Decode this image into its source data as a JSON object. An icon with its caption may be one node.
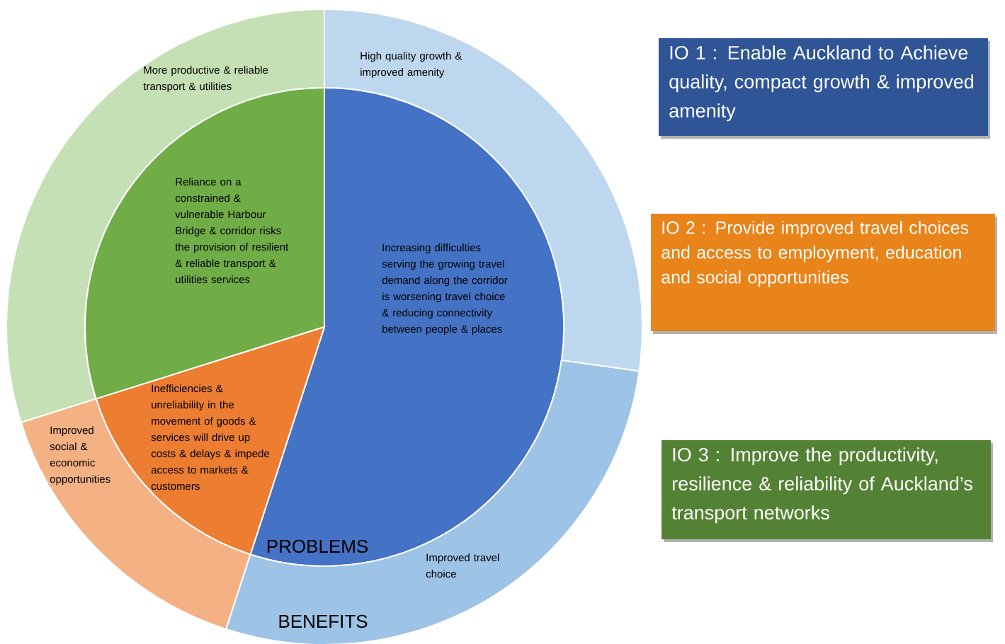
{
  "diagram": {
    "nodes": [
      {
        "text": [
          "More productive & reliable transport & utilities"
        ]
      },
      {
        "text": [
          "High quality growth & improved amenity"
        ]
      },
      {
        "text": [
          "Reliance on a constrained & vulnerable Harbour Bridge & corridor risks the provision of resilient & reliable transport & utilities services"
        ]
      },
      {
        "text": [
          "Increasing difficulties serving the growing travel demand along the corridor is worsening travel choice & reducing connectivity between people & places"
        ]
      },
      {
        "text": [
          "Inefficiencies & unreliability in the movement of goods & services will drive up costs & delays & impede access to markets & customers"
        ]
      },
      {
        "text": [
          "Improved social & economic opportunities"
        ]
      },
      {
        "text": [
          "Improved travel choice"
        ]
      },
      {
        "text": [
          "IO 1 : Enable Auckland to Achieve quality, compact growth & improved amenity"
        ]
      },
      {
        "text": [
          "IO 2 : Provide improved travel choices and access to employment, education and social opportunities"
        ]
      },
      {
        "text": [
          "IO 3 : Improve the productivity, resilience & reliability of Auckland’s transport networks"
        ]
      }
    ],
    "labels": [
      "PROBLEMS",
      "BENEFITS"
    ]
  }
}
